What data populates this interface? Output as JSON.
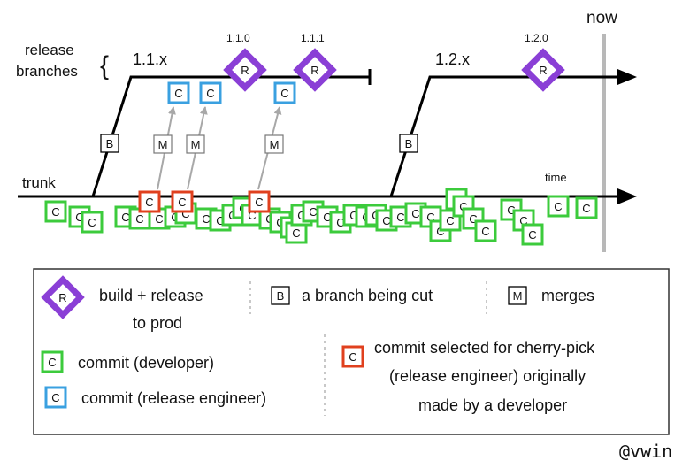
{
  "diagram": {
    "now_label": "now",
    "release_branches_label_line1": "release",
    "release_branches_label_line2": "branches",
    "brace": "{",
    "branch_1_label": "1.1.x",
    "branch_2_label": "1.2.x",
    "trunk_label": "trunk",
    "time_label": "time",
    "releases": [
      {
        "version": "1.1.0",
        "glyph": "R"
      },
      {
        "version": "1.1.1",
        "glyph": "R"
      },
      {
        "version": "1.2.0",
        "glyph": "R"
      }
    ],
    "branch_cut_glyph": "B",
    "merge_glyph": "M",
    "commit_glyph": "C"
  },
  "legend": {
    "release_line1": "build + release",
    "release_line2": "to prod",
    "branch_cut": "a branch being cut",
    "merges": "merges",
    "commit_developer": "commit (developer)",
    "commit_release_engineer": "commit (release engineer)",
    "cherry_pick_line1": "commit selected for cherry-pick",
    "cherry_pick_line2": "(release engineer) originally",
    "cherry_pick_line3": "made by a developer"
  },
  "watermark": "@vwin",
  "colors": {
    "release_purple": "#8a3fd6",
    "commit_developer": "#3ccb3c",
    "commit_release_engineer": "#3aa0e0",
    "cherry_pick": "#e0401e",
    "now_line": "#b8b8b8",
    "merge_arrow": "#a8a8a8"
  }
}
